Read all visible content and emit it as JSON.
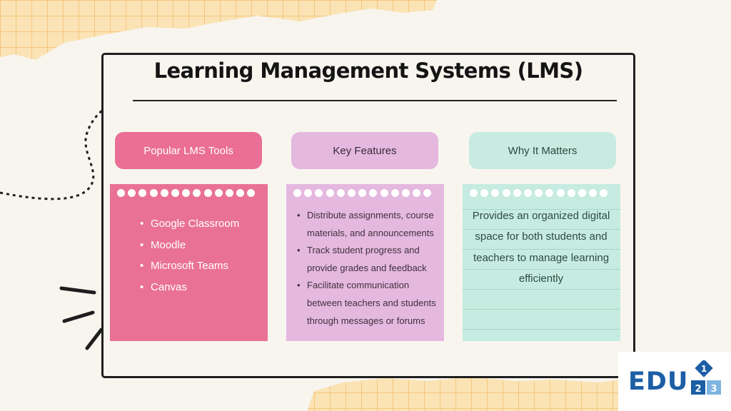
{
  "title": "Learning Management Systems (LMS)",
  "columns": [
    {
      "heading": "Popular LMS Tools",
      "items": [
        "Google Classroom",
        "Moodle",
        "Microsoft Teams",
        "Canvas"
      ]
    },
    {
      "heading": "Key Features",
      "items": [
        "Distribute assignments, course materials, and announcements",
        "Track student progress and provide grades and feedback",
        "Facilitate communication between teachers and students through messages or forums"
      ]
    },
    {
      "heading": "Why It Matters",
      "text": "Provides an organized digital space for both students and teachers to manage learning efficiently"
    }
  ],
  "logo": {
    "text": "EDU",
    "digits": [
      "1",
      "2",
      "3"
    ]
  },
  "colors": {
    "background": "#f8f5ef",
    "grid_paper": "#f9d79a",
    "pink": "#ea6e95",
    "lilac": "#e4b8df",
    "mint": "#c7ebe0",
    "logo_blue": "#1c5fa5"
  },
  "icons": [
    "dotted-arrow-icon",
    "emphasis-lines-icon",
    "edu123-logo-icon"
  ]
}
